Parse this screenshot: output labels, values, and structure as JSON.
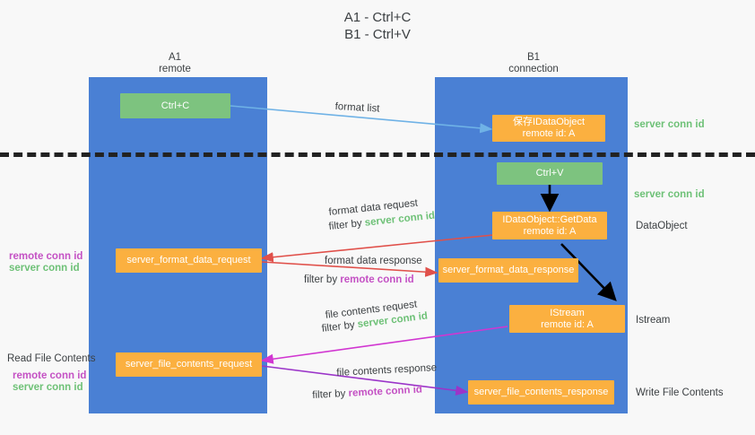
{
  "title": "A1 - Ctrl+C\nB1 - Ctrl+V",
  "columns": [
    {
      "name": "A1",
      "sub": "remote",
      "header": "A1\nremote"
    },
    {
      "name": "B1",
      "sub": "connection",
      "header": "B1\nconnection"
    }
  ],
  "boxes": {
    "ctrl_c": "Ctrl+C",
    "ctrl_v": "Ctrl+V",
    "idataobject": "保存IDataObject\nremote id: A",
    "getdata": "IDataObject::GetData\nremote id: A",
    "istream": "IStream\nremote id: A",
    "server_format_data_request": "server_format_data_request",
    "server_format_data_response": "server_format_data_response",
    "server_file_contents_request": "server_file_contents_request",
    "server_file_contents_response": "server_file_contents_response"
  },
  "right_labels": {
    "server_conn_id_1": "server conn id",
    "server_conn_id_2": "server conn id",
    "dataobject": "DataObject",
    "istream": "Istream",
    "write_file_contents": "Write File Contents"
  },
  "left_labels": {
    "remote_conn_id_1": "remote conn id",
    "server_conn_id_1": "server conn id",
    "read_file_contents": "Read File Contents",
    "remote_conn_id_2": "remote conn id",
    "server_conn_id_2": "server conn id"
  },
  "flow_labels": {
    "format_list": "format list",
    "format_data_request": "format data request",
    "format_data_request_filter_prefix": "filter by ",
    "format_data_request_filter_key": "server conn id",
    "format_data_response": "format data response",
    "format_data_response_filter_prefix": "filter by ",
    "format_data_response_filter_key": "remote conn id",
    "file_contents_request": "file contents request",
    "file_contents_request_filter_prefix": "filter by ",
    "file_contents_request_filter_key": "server conn id",
    "file_contents_response": "file contents response",
    "file_contents_response_filter_prefix": "filter by ",
    "file_contents_response_filter_key": "remote conn id"
  },
  "colors": {
    "lane": "#4a80d4",
    "green_box": "#7dc37f",
    "orange_box": "#fbb040",
    "green_text": "#6ec177",
    "magenta_text": "#c451c4",
    "arrow_lightblue": "#6fb2e6",
    "arrow_red": "#e0504a",
    "arrow_magenta": "#d136d1",
    "arrow_purple": "#9b35c9",
    "arrow_black": "#000000",
    "dashed_divider": "#222222",
    "background": "#f8f8f8"
  }
}
